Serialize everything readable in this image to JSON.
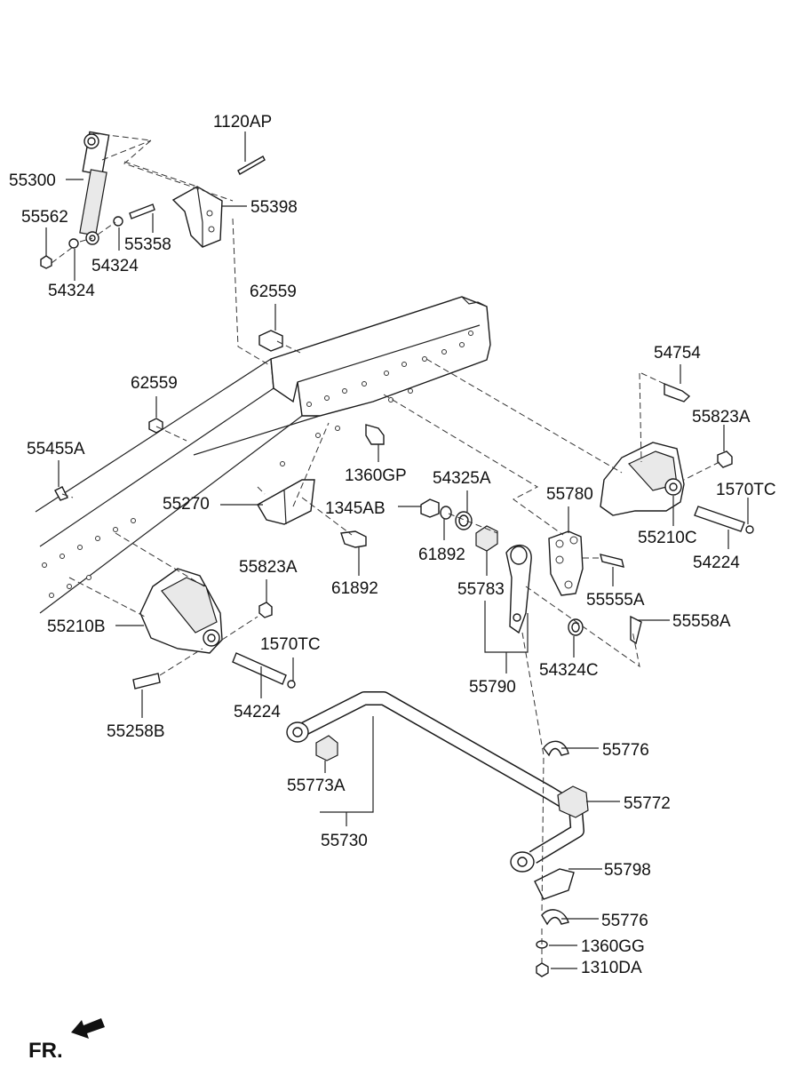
{
  "diagram": {
    "labels": {
      "p1120AP": "1120AP",
      "p55300": "55300",
      "p55398": "55398",
      "p55562": "55562",
      "p55358": "55358",
      "p54324a": "54324",
      "p54324b": "54324",
      "p62559a": "62559",
      "p62559b": "62559",
      "p54754": "54754",
      "p55823Aa": "55823A",
      "p55455A": "55455A",
      "p1360GP": "1360GP",
      "p54325A": "54325A",
      "p55780": "55780",
      "p1570TCa": "1570TC",
      "p55270": "55270",
      "p1345AB": "1345AB",
      "p55210C": "55210C",
      "p54224a": "54224",
      "p61892a": "61892",
      "p61892b": "61892",
      "p55823Ab": "55823A",
      "p55555A": "55555A",
      "p55783": "55783",
      "p55210B": "55210B",
      "p55558A": "55558A",
      "p1570TCb": "1570TC",
      "p54324C": "54324C",
      "p55790": "55790",
      "p54224b": "54224",
      "p55258B": "55258B",
      "p55776a": "55776",
      "p55773A": "55773A",
      "p55772": "55772",
      "p55730": "55730",
      "p55798": "55798",
      "p55776b": "55776",
      "p1360GG": "1360GG",
      "p1310DA": "1310DA"
    },
    "direction_marker": "FR."
  }
}
